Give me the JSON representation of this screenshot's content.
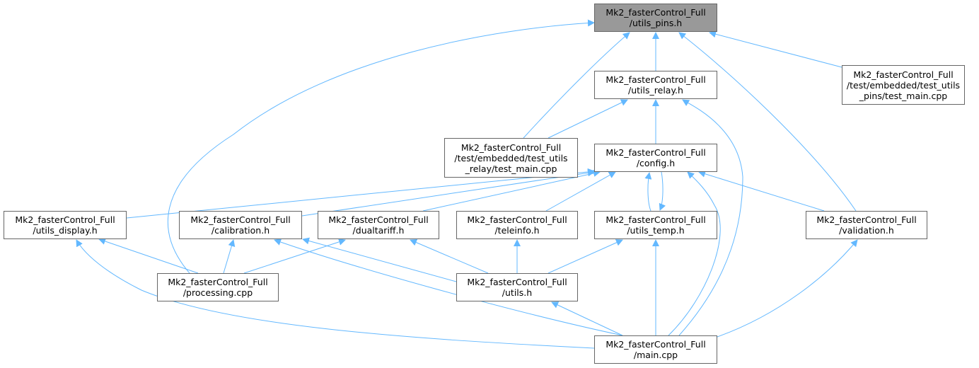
{
  "diagram": {
    "edge_color": "#63b8ff",
    "root_fill": "#999999",
    "nodes": {
      "utils_pins": {
        "line1": "Mk2_fasterControl_Full",
        "line2": "/utils_pins.h"
      },
      "utils_relay": {
        "line1": "Mk2_fasterControl_Full",
        "line2": "/utils_relay.h"
      },
      "test_pins": {
        "line1": "Mk2_fasterControl_Full",
        "line2": "/test/embedded/test_utils",
        "line3": "_pins/test_main.cpp"
      },
      "test_relay": {
        "line1": "Mk2_fasterControl_Full",
        "line2": "/test/embedded/test_utils",
        "line3": "_relay/test_main.cpp"
      },
      "config": {
        "line1": "Mk2_fasterControl_Full",
        "line2": "/config.h"
      },
      "utils_display": {
        "line1": "Mk2_fasterControl_Full",
        "line2": "/utils_display.h"
      },
      "calibration": {
        "line1": "Mk2_fasterControl_Full",
        "line2": "/calibration.h"
      },
      "dualtariff": {
        "line1": "Mk2_fasterControl_Full",
        "line2": "/dualtariff.h"
      },
      "teleinfo": {
        "line1": "Mk2_fasterControl_Full",
        "line2": "/teleinfo.h"
      },
      "utils_temp": {
        "line1": "Mk2_fasterControl_Full",
        "line2": "/utils_temp.h"
      },
      "validation": {
        "line1": "Mk2_fasterControl_Full",
        "line2": "/validation.h"
      },
      "processing": {
        "line1": "Mk2_fasterControl_Full",
        "line2": "/processing.cpp"
      },
      "utils": {
        "line1": "Mk2_fasterControl_Full",
        "line2": "/utils.h"
      },
      "main": {
        "line1": "Mk2_fasterControl_Full",
        "line2": "/main.cpp"
      }
    },
    "edges": [
      [
        "utils_relay",
        "utils_pins"
      ],
      [
        "test_pins",
        "utils_pins"
      ],
      [
        "test_relay",
        "utils_pins"
      ],
      [
        "validation",
        "utils_pins"
      ],
      [
        "processing",
        "utils_pins"
      ],
      [
        "config",
        "utils_relay"
      ],
      [
        "test_relay",
        "utils_relay"
      ],
      [
        "main",
        "utils_relay"
      ],
      [
        "utils_display",
        "config"
      ],
      [
        "calibration",
        "config"
      ],
      [
        "dualtariff",
        "config"
      ],
      [
        "teleinfo",
        "config"
      ],
      [
        "utils_temp",
        "config"
      ],
      [
        "config",
        "utils_temp"
      ],
      [
        "validation",
        "config"
      ],
      [
        "main",
        "config"
      ],
      [
        "processing",
        "utils_display"
      ],
      [
        "main",
        "utils_display"
      ],
      [
        "processing",
        "calibration"
      ],
      [
        "utils",
        "calibration"
      ],
      [
        "main",
        "calibration"
      ],
      [
        "processing",
        "dualtariff"
      ],
      [
        "utils",
        "dualtariff"
      ],
      [
        "utils",
        "teleinfo"
      ],
      [
        "utils",
        "utils_temp"
      ],
      [
        "main",
        "utils_temp"
      ],
      [
        "main",
        "validation"
      ],
      [
        "main",
        "utils"
      ]
    ]
  }
}
